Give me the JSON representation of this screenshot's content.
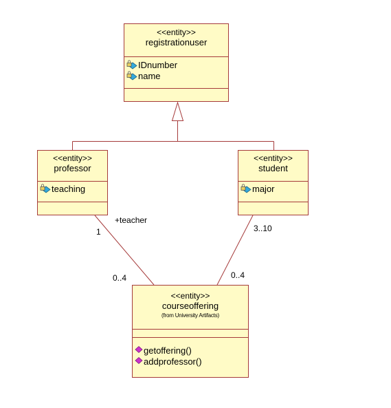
{
  "diagram": {
    "classes": {
      "registrationuser": {
        "stereotype": "<<entity>>",
        "name": "registrationuser",
        "attributes": [
          {
            "name": "IDnumber",
            "icon": "private-attribute-icon"
          },
          {
            "name": "name",
            "icon": "private-attribute-icon"
          }
        ]
      },
      "professor": {
        "stereotype": "<<entity>>",
        "name": "professor",
        "attributes": [
          {
            "name": "teaching",
            "icon": "private-attribute-icon"
          }
        ]
      },
      "student": {
        "stereotype": "<<entity>>",
        "name": "student",
        "attributes": [
          {
            "name": "major",
            "icon": "private-attribute-icon"
          }
        ]
      },
      "courseoffering": {
        "stereotype": "<<entity>>",
        "name": "courseoffering",
        "from": "(from University Artifacts)",
        "operations": [
          {
            "name": "getoffering()",
            "icon": "public-operation-icon"
          },
          {
            "name": "addprofessor()",
            "icon": "public-operation-icon"
          }
        ]
      }
    },
    "associations": {
      "professor_course": {
        "role": "+teacher",
        "mult_professor_end": "1",
        "mult_course_end": "0..4"
      },
      "student_course": {
        "mult_student_end": "3..10",
        "mult_course_end": "0..4"
      }
    },
    "colors": {
      "class_fill": "#fffbc6",
      "class_border": "#a53a3a",
      "line": "#a53a3a",
      "operation_icon": "#cc33cc",
      "attribute_icon": "#33aadd"
    }
  }
}
